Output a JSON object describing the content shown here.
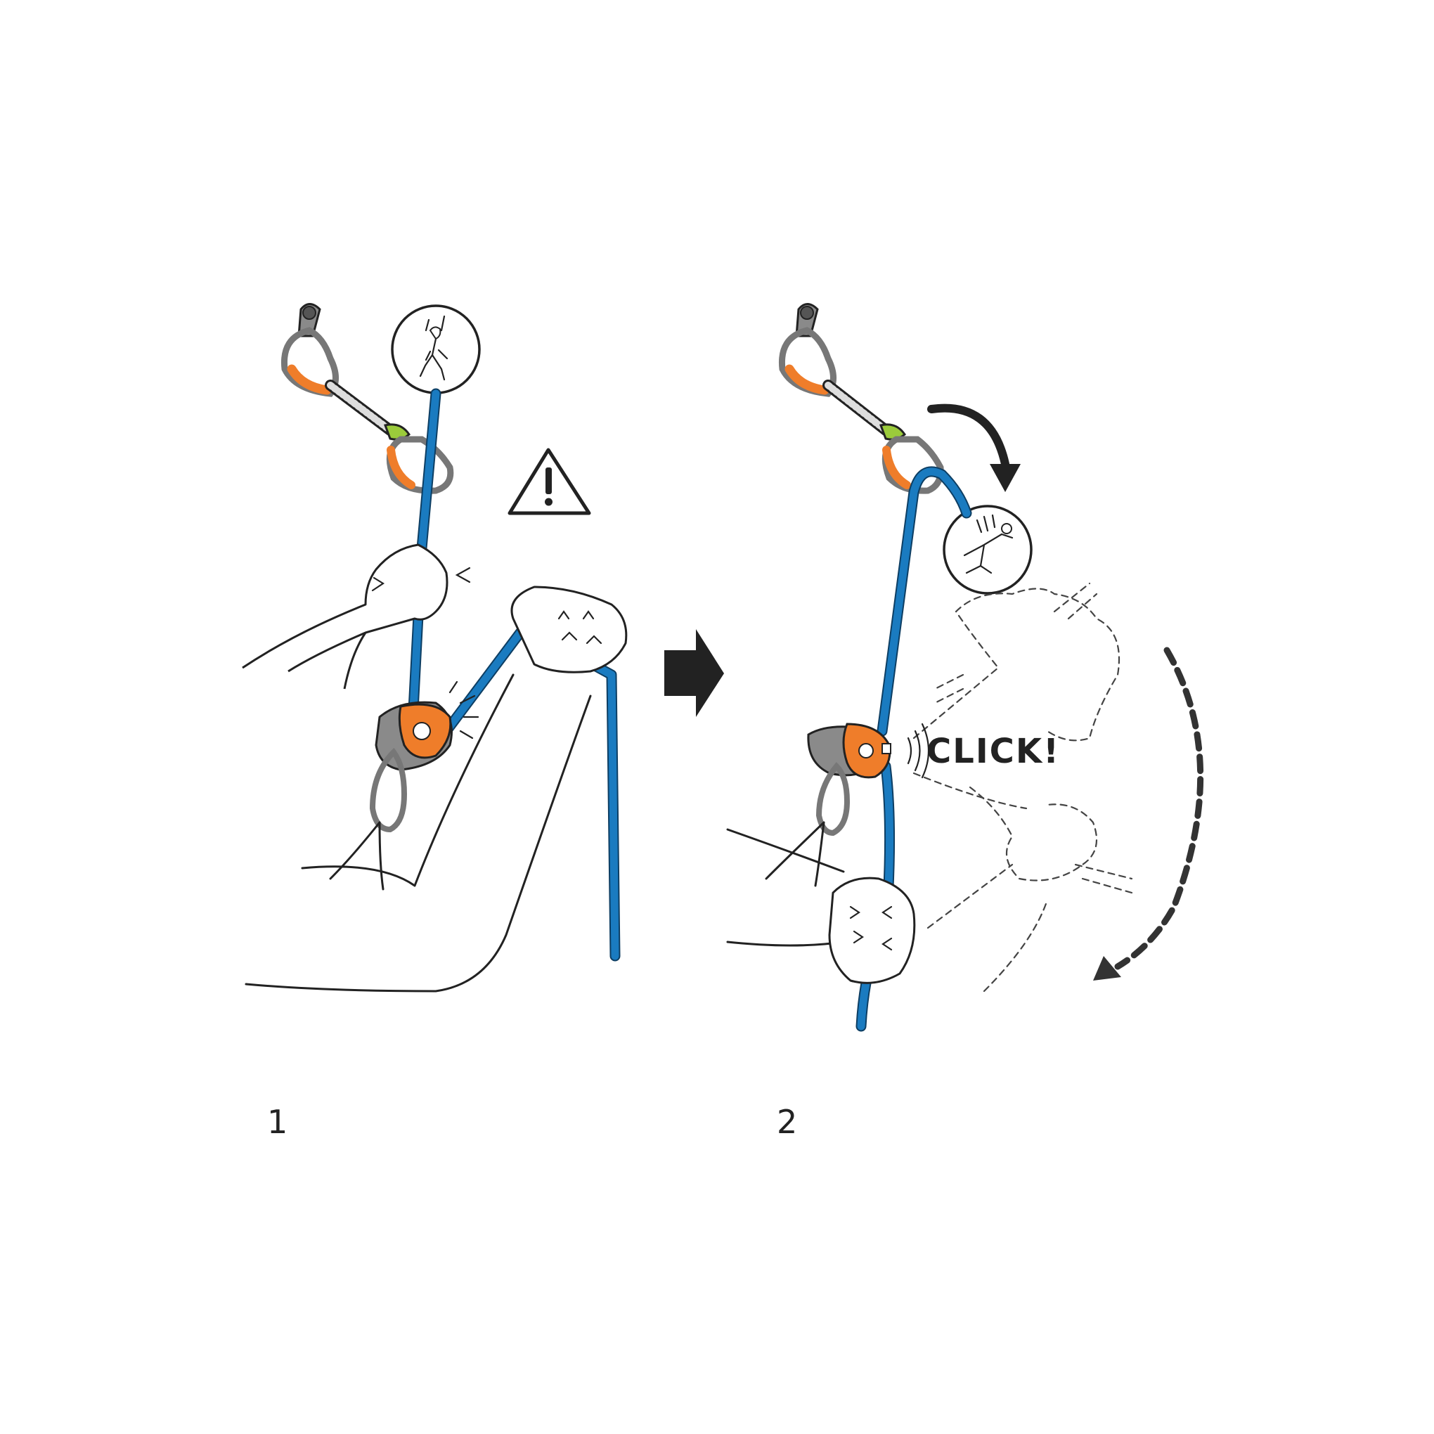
{
  "panels": [
    {
      "label": "1"
    },
    {
      "label": "2"
    }
  ],
  "sound_label": "CLICK!",
  "colors": {
    "rope": "#1a7bc0",
    "device_orange": "#ef7d2a",
    "device_grey": "#8a8a8a",
    "quickdraw_green": "#9bcb3b",
    "ink": "#222222"
  },
  "icons": {
    "warning": "warning-triangle-icon",
    "next": "right-arrow-icon",
    "climber_up": "climber-inset-icon",
    "climber_fall": "falling-climber-inset-icon"
  }
}
